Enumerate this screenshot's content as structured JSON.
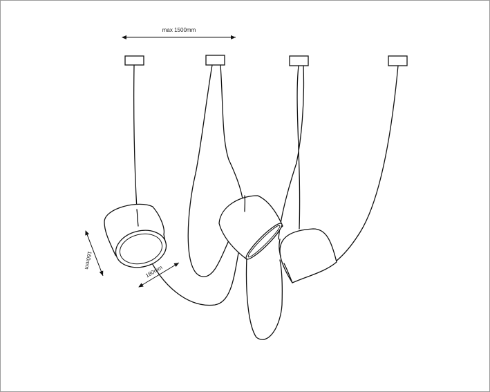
{
  "drawing": {
    "dimension_width": "max 1500mm",
    "dimension_height": "160mm",
    "dimension_diameter": "180mm"
  },
  "colors": {
    "line": "#111111",
    "border": "#9a9a9a",
    "background": "#ffffff"
  }
}
